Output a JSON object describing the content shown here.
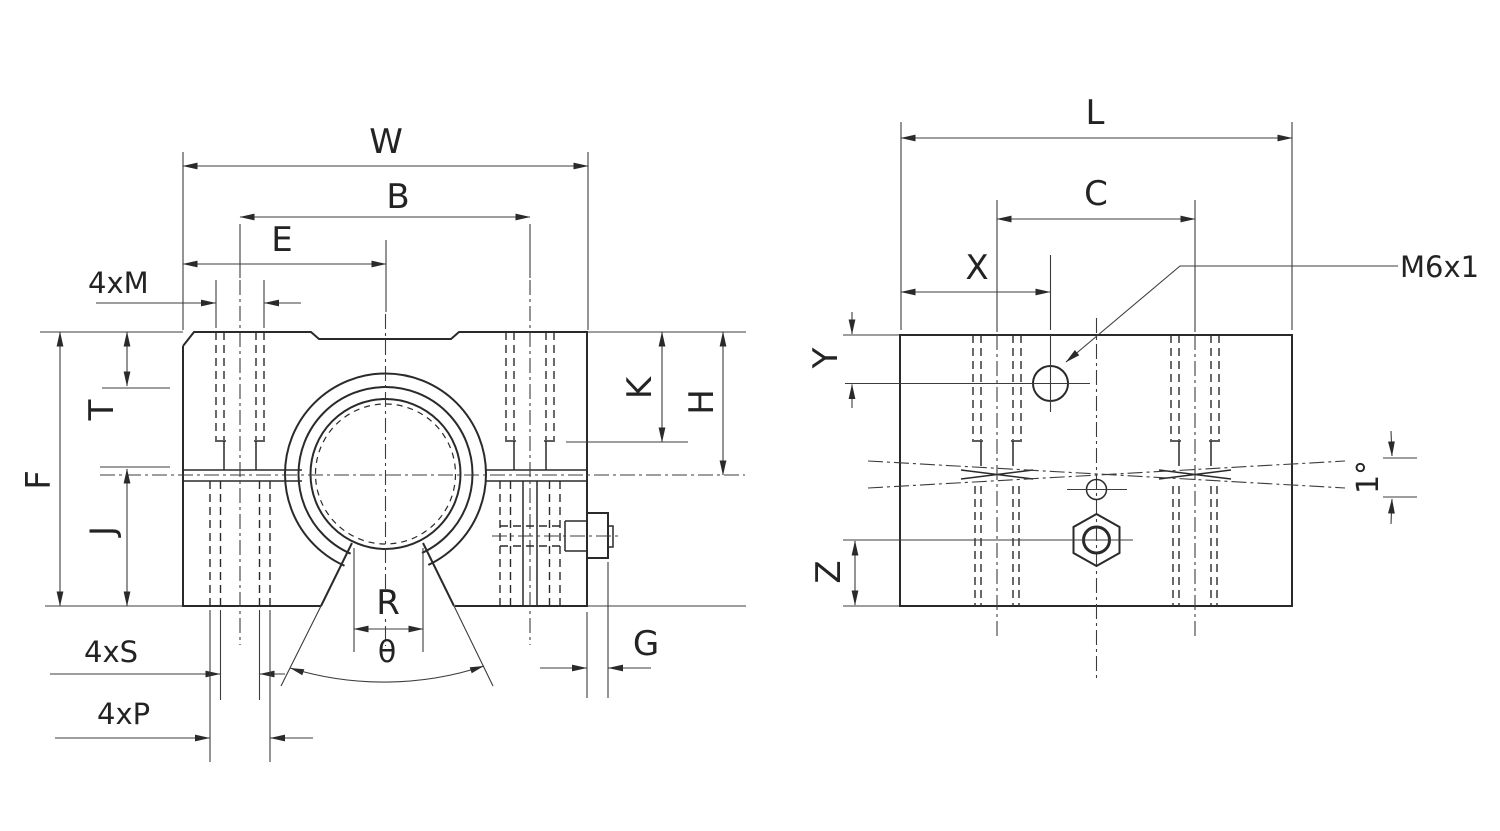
{
  "drawing": {
    "background": "#ffffff",
    "line_color": "#2a2a2a",
    "views": {
      "front": {
        "name": "front view (open pillow block)",
        "dims": {
          "W": "W",
          "B": "B",
          "E": "E",
          "M4": "4xM",
          "F": "F",
          "T": "T",
          "J": "J",
          "K": "K",
          "H": "H",
          "R": "R",
          "theta": "θ",
          "S4": "4xS",
          "P4": "4xP",
          "G": "G"
        }
      },
      "side": {
        "name": "side view",
        "dims": {
          "L": "L",
          "C": "C",
          "X": "X",
          "Y": "Y",
          "Z": "Z",
          "thread": "M6x1",
          "taper_angle": "1°"
        }
      }
    }
  }
}
